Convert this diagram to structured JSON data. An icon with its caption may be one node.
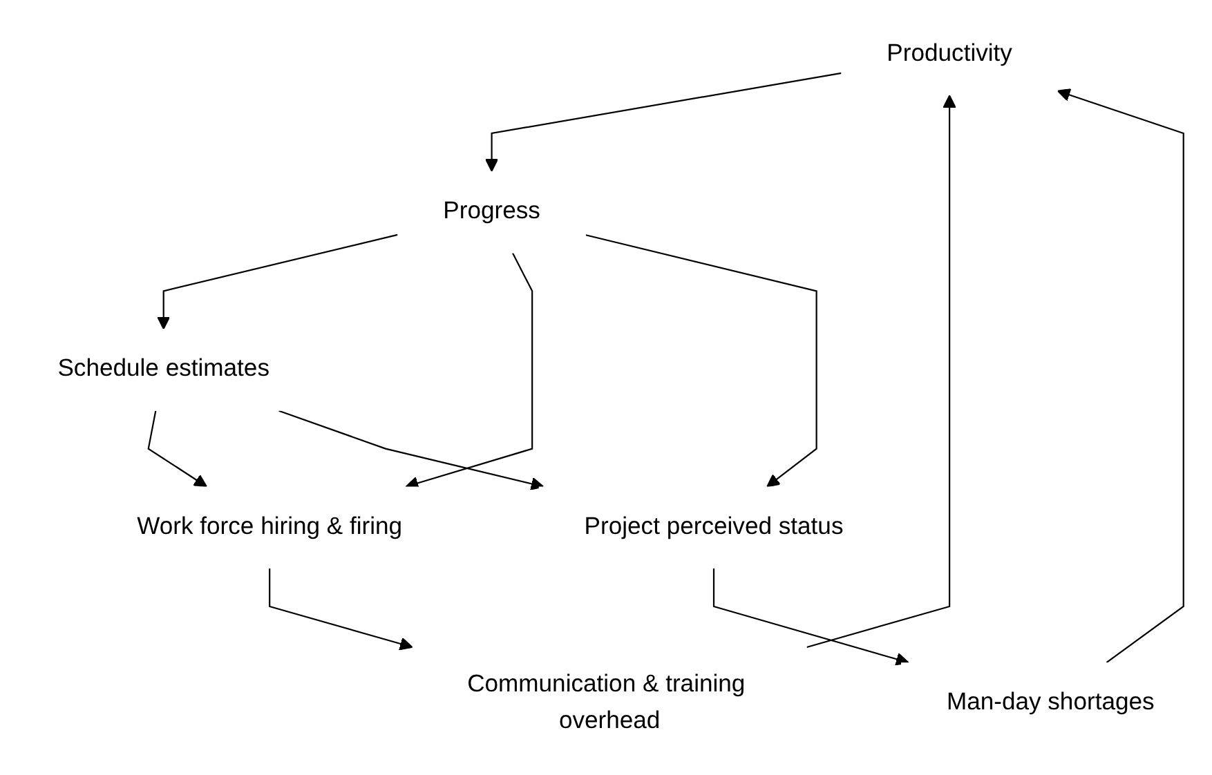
{
  "diagram": {
    "nodes": [
      {
        "text": [
          "Productivity"
        ]
      },
      {
        "text": [
          "Communication & training overhead"
        ]
      },
      {
        "text": [
          "Progress"
        ]
      },
      {
        "text": [
          "Man-day shortages"
        ]
      },
      {
        "text": [
          "Schedule estimates"
        ]
      },
      {
        "text": [
          "Work force hiring & firing"
        ]
      },
      {
        "text": [
          "Project perceived status"
        ]
      }
    ],
    "edges": [
      {
        "from": 0,
        "to": 2,
        "arrow": "to"
      },
      {
        "from": 2,
        "to": 4,
        "arrow": "to"
      },
      {
        "from": 2,
        "to": 5,
        "arrow": "to"
      },
      {
        "from": 2,
        "to": 6,
        "arrow": "to"
      },
      {
        "from": 4,
        "to": 5,
        "arrow": "to"
      },
      {
        "from": 4,
        "to": 6,
        "arrow": "to"
      },
      {
        "from": 5,
        "to": 1,
        "arrow": "to"
      },
      {
        "from": 1,
        "to": 0,
        "arrow": "to"
      },
      {
        "from": 6,
        "to": 3,
        "arrow": "to"
      },
      {
        "from": 3,
        "to": 0,
        "arrow": "to"
      }
    ]
  }
}
